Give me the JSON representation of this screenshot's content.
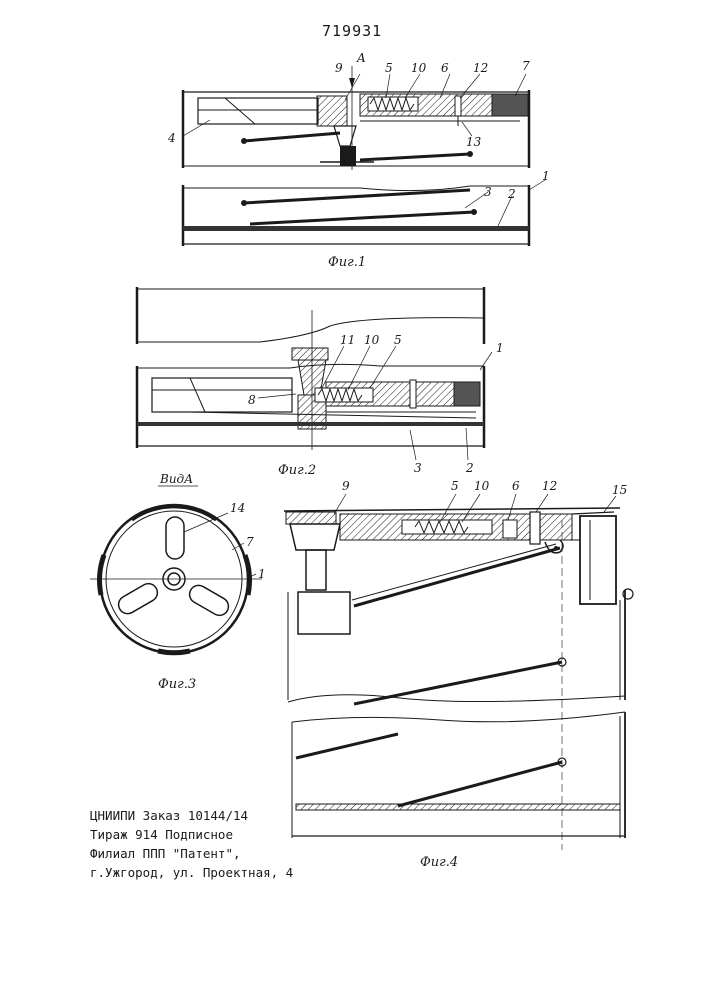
{
  "document": {
    "patent_number": "719931",
    "figures": {
      "fig1": {
        "caption": "Фиг.1",
        "labels": [
          "A",
          "9",
          "5",
          "10",
          "6",
          "12",
          "7",
          "4",
          "13",
          "3",
          "2",
          "1"
        ]
      },
      "fig2": {
        "caption": "Фиг.2",
        "labels": [
          "11",
          "10",
          "5",
          "1",
          "8",
          "3",
          "2"
        ]
      },
      "fig3": {
        "caption": "Фиг.3",
        "title": "ВидА",
        "labels": [
          "14",
          "7",
          "1"
        ]
      },
      "fig4": {
        "caption": "Фиг.4",
        "labels": [
          "9",
          "5",
          "10",
          "6",
          "12",
          "15"
        ]
      }
    },
    "imprint": {
      "line1": "ЦНИИПИ Заказ 10144/14",
      "line2": "Тираж 914  Подписное",
      "line3": "Филиал ППП \"Патент\",",
      "line4": "г.Ужгород, ул. Проектная, 4"
    }
  }
}
